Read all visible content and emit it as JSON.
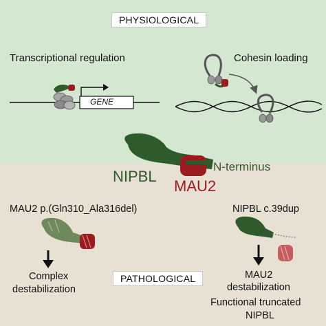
{
  "top_panel": {
    "label": "PHYSIOLOGICAL",
    "left_title": "Transcriptional regulation",
    "gene_label": "GENE",
    "right_title": "Cohesin loading"
  },
  "center": {
    "nipbl": "NIPBL",
    "mau2": "MAU2",
    "nterminus": "N-terminus"
  },
  "bottom_panel": {
    "label": "PATHOLOGICAL",
    "left_title": "MAU2 p.(Gln310_Ala316del)",
    "left_result_1": "Complex",
    "left_result_2": "destabilization",
    "right_title": "NIPBL c.39dup",
    "right_result_1": "MAU2",
    "right_result_2": "destabilization",
    "right_result_3": "Functional truncated",
    "right_result_4": "NIPBL"
  },
  "colors": {
    "nipbl_green": "#2f5a2c",
    "mau2_red": "#9b1c1f",
    "top_bg": "#d3e7d1",
    "bottom_bg": "#e8e0d3"
  }
}
